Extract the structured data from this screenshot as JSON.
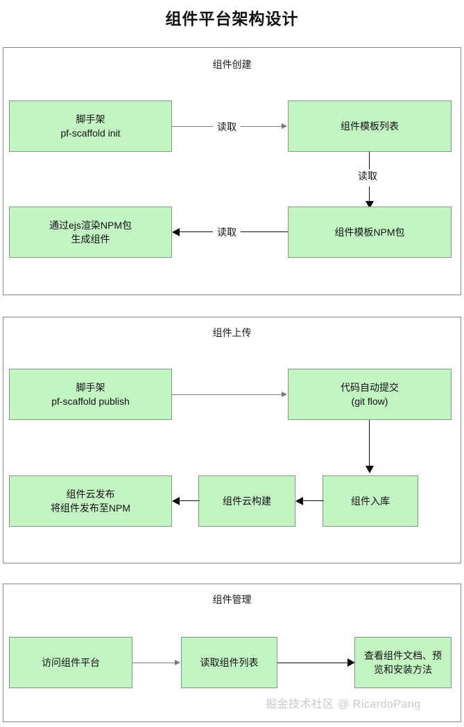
{
  "title": "组件平台架构设计",
  "watermark": "掘金技术社区 @ RicardoPang",
  "sections": [
    {
      "id": "component-creation",
      "title": "组件创建",
      "nodes": [
        {
          "id": "scaffold-init",
          "lines": [
            "脚手架",
            "pf-scaffold init"
          ]
        },
        {
          "id": "template-list",
          "lines": [
            "组件模板列表"
          ]
        },
        {
          "id": "render-generate",
          "lines": [
            "通过ejs渲染NPM包",
            "生成组件"
          ]
        },
        {
          "id": "template-npm-package",
          "lines": [
            "组件模板NPM包"
          ]
        }
      ],
      "edges": [
        {
          "id": "scaffold-init-to-template-list",
          "label": "读取",
          "direction": "right"
        },
        {
          "id": "template-list-to-template-npm-package",
          "label": "读取",
          "direction": "down"
        },
        {
          "id": "template-npm-package-to-render-generate",
          "label": "读取",
          "direction": "left"
        }
      ]
    },
    {
      "id": "component-upload",
      "title": "组件上传",
      "nodes": [
        {
          "id": "scaffold-publish",
          "lines": [
            "脚手架",
            "pf-scaffold publish"
          ]
        },
        {
          "id": "auto-commit",
          "lines": [
            "代码自动提交",
            "(git flow)"
          ]
        },
        {
          "id": "cloud-publish",
          "lines": [
            "组件云发布",
            "将组件发布至NPM"
          ]
        },
        {
          "id": "cloud-build",
          "lines": [
            "组件云构建"
          ]
        },
        {
          "id": "component-store",
          "lines": [
            "组件入库"
          ]
        }
      ],
      "edges": [
        {
          "id": "scaffold-publish-to-auto-commit",
          "label": "",
          "direction": "right"
        },
        {
          "id": "auto-commit-to-component-store",
          "label": "",
          "direction": "down"
        },
        {
          "id": "component-store-to-cloud-build",
          "label": "",
          "direction": "left"
        },
        {
          "id": "cloud-build-to-cloud-publish",
          "label": "",
          "direction": "left"
        }
      ]
    },
    {
      "id": "component-management",
      "title": "组件管理",
      "nodes": [
        {
          "id": "visit-platform",
          "lines": [
            "访问组件平台"
          ]
        },
        {
          "id": "read-component-list",
          "lines": [
            "读取组件列表"
          ]
        },
        {
          "id": "view-docs",
          "lines": [
            "查看组件文档、预",
            "览和安装方法"
          ]
        }
      ],
      "edges": [
        {
          "id": "visit-platform-to-read-component-list",
          "label": "",
          "direction": "right"
        },
        {
          "id": "read-component-list-to-view-docs",
          "label": "",
          "direction": "right"
        }
      ]
    }
  ],
  "colors": {
    "node_fill": "#c3f5c3",
    "node_border": "#7f9a7f",
    "section_border": "#8a8a8a",
    "connector_light": "#7a7a7a",
    "connector_dark": "#0b0b0b",
    "watermark": "#c9c9c9"
  }
}
